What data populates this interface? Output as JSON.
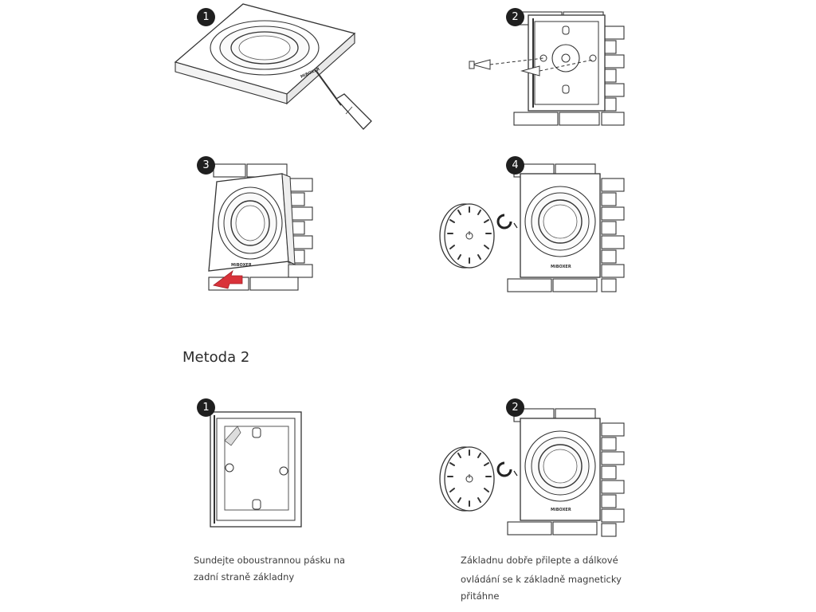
{
  "method1": {
    "steps": [
      {
        "number": "1"
      },
      {
        "number": "2"
      },
      {
        "number": "3"
      },
      {
        "number": "4"
      }
    ]
  },
  "method2": {
    "heading": "Metoda 2",
    "steps": [
      {
        "number": "1"
      },
      {
        "number": "2"
      }
    ],
    "caption1_line1": "Sundejte oboustrannou pásku na",
    "caption1_line2": "zadní straně základny",
    "caption2_line1": "Základnu dobře přilepte a dálkové",
    "caption2_line2": "ovládání se k základně magneticky",
    "caption2_line3": "přitáhne"
  },
  "device": {
    "brand": "MiBOXER"
  },
  "icons": {
    "screwdriver": "screwdriver-icon",
    "screw": "screw-icon",
    "magnet": "magnet-icon",
    "arrow": "push-arrow-icon",
    "wall": "brick-wall-icon"
  },
  "colors": {
    "arrow": "#d9323a",
    "step_badge": "#1f1f1f",
    "line": "#333333"
  }
}
